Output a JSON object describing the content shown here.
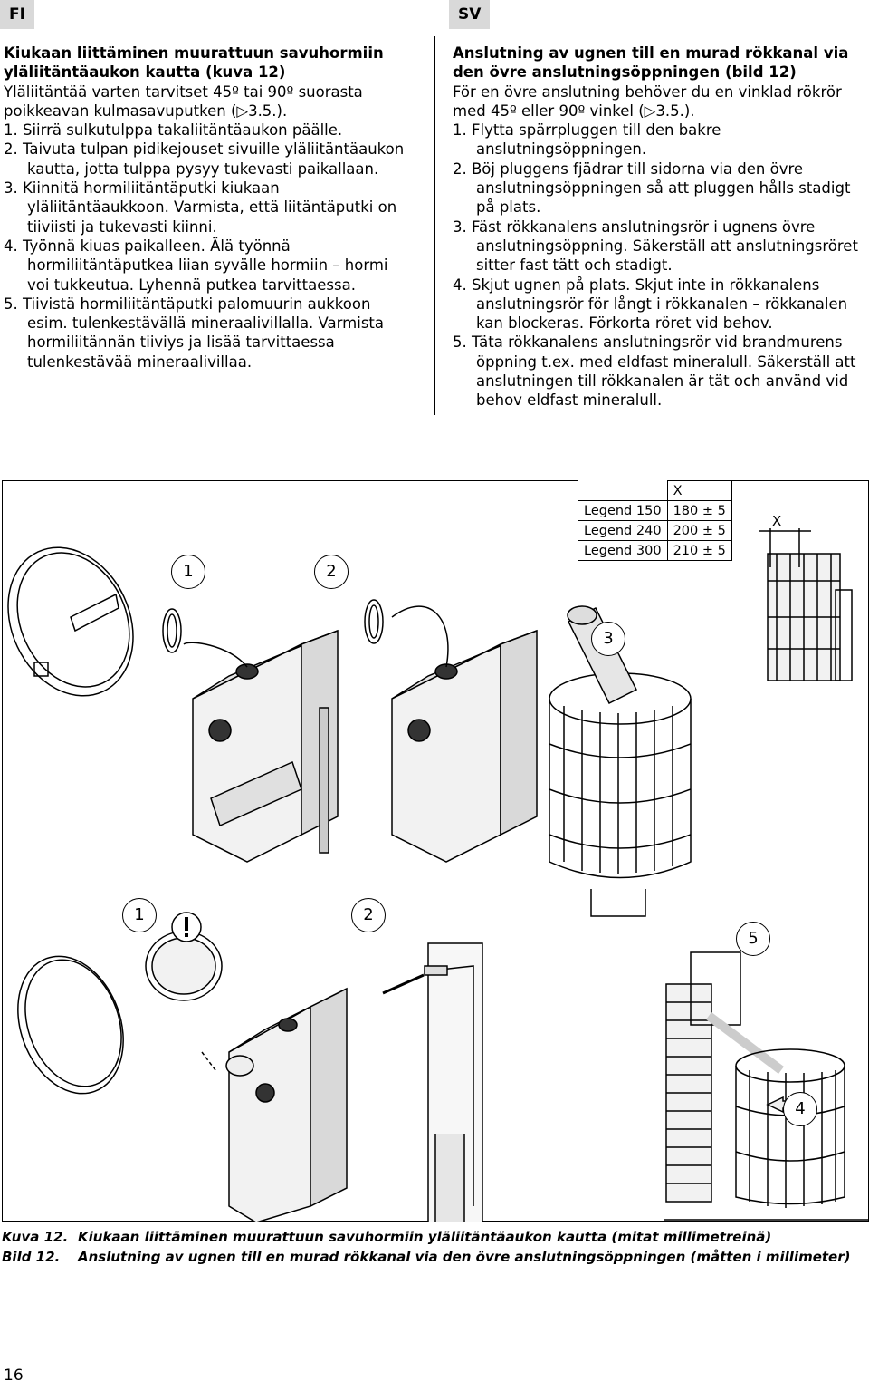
{
  "tabs": {
    "fi": "FI",
    "sv": "SV"
  },
  "fi": {
    "title": "Kiukaan liittäminen muurattuun savuhormiin yläliitäntäaukon kautta (kuva 12)",
    "intro": "Yläliitäntää varten tarvitset 45º tai 90º suorasta poikkeavan kulmasavuputken (▷3.5.).",
    "steps": [
      "1. Siirrä sulkutulppa takaliitäntäaukon päälle.",
      "2. Taivuta tulpan pidikejouset sivuille yläliitäntäaukon kautta, jotta tulppa pysyy tukevasti paikallaan.",
      "3. Kiinnitä hormiliitäntäputki kiukaan yläliitäntäaukkoon. Varmista, että liitäntäputki on tiiviisti ja tukevasti kiinni.",
      "4. Työnnä kiuas paikalleen. Älä työnnä hormiliitäntäputkea liian syvälle hormiin – hormi voi tukkeutua. Lyhennä putkea tarvittaessa.",
      "5. Tiivistä hormiliitäntäputki palomuurin aukkoon esim. tulenkestävällä mineraalivillalla. Varmista hormiliitännän tiiviys ja lisää tarvittaessa tulenkestävää mineraalivillaa."
    ]
  },
  "sv": {
    "title": "Anslutning av ugnen till en murad rökkanal via den övre anslutningsöppningen (bild 12)",
    "intro": "För en övre anslutning behöver du en vinklad rökrör med 45º eller 90º vinkel (▷3.5.).",
    "steps": [
      "1. Flytta spärrpluggen till den bakre anslutningsöppningen.",
      "2. Böj pluggens fjädrar till sidorna via den övre anslutningsöppningen så att pluggen hålls stadigt på plats.",
      "3. Fäst rökkanalens anslutningsrör i ugnens övre anslutningsöppning. Säkerställ att anslutningsröret sitter fast tätt och stadigt.",
      "4. Skjut ugnen på plats. Skjut inte in rökkanalens anslutningsrör för långt i rökkanalen – rökkanalen kan blockeras. Förkorta röret vid behov.",
      "5. Täta rökkanalens anslutningsrör vid brandmurens öppning t.ex. med eldfast mineralull. Säkerställ att anslutningen till rökkanalen är tät och använd vid behov eldfast mineralull."
    ]
  },
  "figure": {
    "table": {
      "header": "X",
      "rows": [
        {
          "model": "Legend 150",
          "value": "180 ± 5"
        },
        {
          "model": "Legend 240",
          "value": "200 ± 5"
        },
        {
          "model": "Legend 300",
          "value": "210 ± 5"
        }
      ]
    },
    "x_label": "X",
    "callouts": [
      "1",
      "2",
      "3",
      "1",
      "2",
      "5",
      "4"
    ]
  },
  "captions": [
    {
      "label": "Kuva 12.",
      "text": "Kiukaan liittäminen muurattuun savuhormiin yläliitäntäaukon kautta (mitat millimetreinä)"
    },
    {
      "label": "Bild 12.",
      "text": "Anslutning av ugnen till en murad rökkanal via den övre anslutningsöppningen (måtten i millimeter)"
    }
  ],
  "page_number": "16"
}
